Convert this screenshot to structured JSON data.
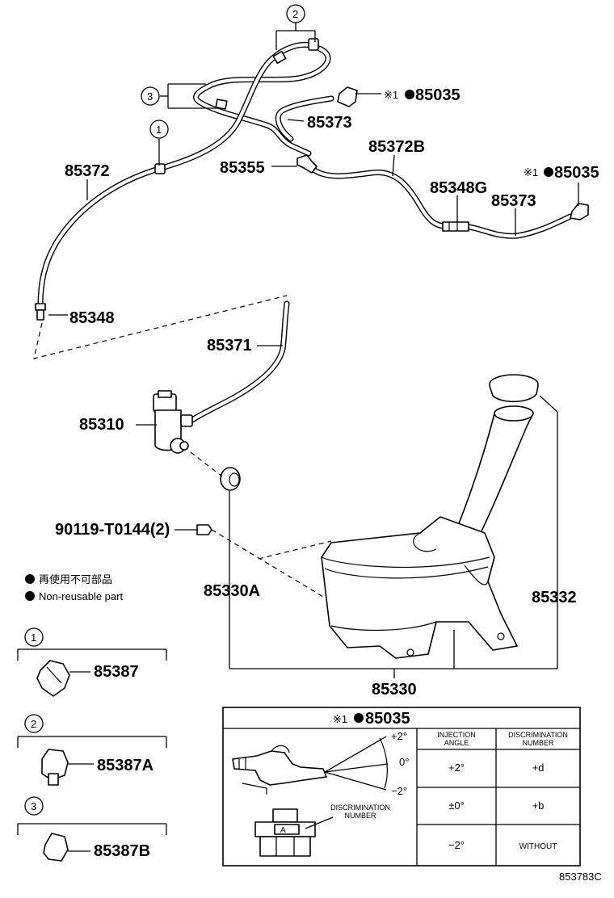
{
  "part_labels": {
    "p85372": "85372",
    "p85348": "85348",
    "p85355": "85355",
    "p85373_top": "85373",
    "p85035_top": "85035",
    "p85372B": "85372B",
    "p85035_right": "85035",
    "p85348G": "85348G",
    "p85373_right": "85373",
    "p85371": "85371",
    "p85310": "85310",
    "bolt": "90119-T0144(2)",
    "p85330A": "85330A",
    "p85332": "85332",
    "p85330": "85330",
    "p85387": "85387",
    "p85387A": "85387A",
    "p85387B": "85387B"
  },
  "ref_marks": {
    "note1": "※1",
    "num1": "1",
    "num2": "2",
    "num3": "3"
  },
  "legend": {
    "line1": "再使用不可部品",
    "line2": "Non-reusable part"
  },
  "spec_table": {
    "title_mark": "※1",
    "title_part": "85035",
    "col_injection": [
      "INJECTION",
      "ANGLE"
    ],
    "col_discrimination": [
      "DISCRIMINATION",
      "NUMBER"
    ],
    "rows": [
      {
        "angle": "+2°",
        "number": "+d"
      },
      {
        "angle": "±0°",
        "number": "+b"
      },
      {
        "angle": "−2°",
        "number": "WITHOUT"
      }
    ],
    "fig_angle_top": "+2°",
    "fig_angle_mid": "0°",
    "fig_angle_bot": "−2°",
    "fig_disc_label": [
      "DISCRIMINATION",
      "NUMBER"
    ],
    "fig_stamp": "A"
  },
  "drawing_number": "853783C"
}
